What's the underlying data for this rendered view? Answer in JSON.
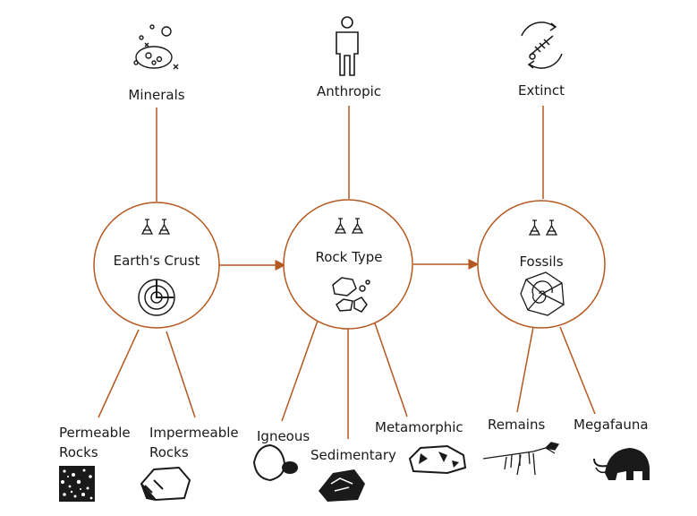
{
  "colors": {
    "connector": "#b5581f",
    "circle": "#b5581f",
    "ink": "#1a1a1a"
  },
  "top_items": [
    {
      "label": "Minerals",
      "icon": "minerals-icon"
    },
    {
      "label": "Anthropic",
      "icon": "person-icon"
    },
    {
      "label": "Extinct",
      "icon": "extinct-fish-icon"
    }
  ],
  "hubs": [
    {
      "label": "Earth's Crust",
      "icon": "earth-layers-icon",
      "badge": "flasks-icon"
    },
    {
      "label": "Rock Type",
      "icon": "rock-pebbles-icon",
      "badge": "flasks-icon"
    },
    {
      "label": "Fossils",
      "icon": "ammonite-fossil-icon",
      "badge": "flasks-icon"
    }
  ],
  "leaves": [
    {
      "lines": [
        "Permeable",
        "Rocks"
      ],
      "icon": "permeable-rock-icon"
    },
    {
      "lines": [
        "Impermeable",
        "Rocks"
      ],
      "icon": "impermeable-rock-icon"
    },
    {
      "lines": [
        "Igneous"
      ],
      "icon": "igneous-rock-icon"
    },
    {
      "lines": [
        "Sedimentary"
      ],
      "icon": "sedimentary-rock-icon"
    },
    {
      "lines": [
        "Metamorphic"
      ],
      "icon": "metamorphic-rock-icon"
    },
    {
      "lines": [
        "Remains"
      ],
      "icon": "dinosaur-skeleton-icon"
    },
    {
      "lines": [
        "Megafauna"
      ],
      "icon": "mammoth-icon"
    }
  ]
}
